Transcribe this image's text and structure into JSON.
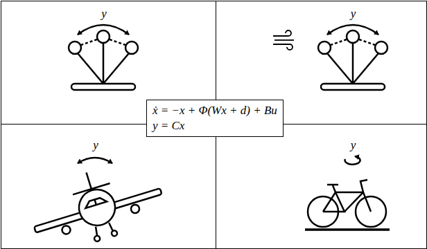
{
  "diagram": {
    "nodes": [
      {
        "text": [
          "y"
        ]
      },
      {
        "text": [
          "y"
        ]
      },
      {
        "text": [
          "ẋ = −x + Φ(Wx + d) + Bu",
          "y = Cx"
        ]
      },
      {
        "text": [
          "y"
        ]
      },
      {
        "text": [
          "y"
        ]
      }
    ]
  }
}
